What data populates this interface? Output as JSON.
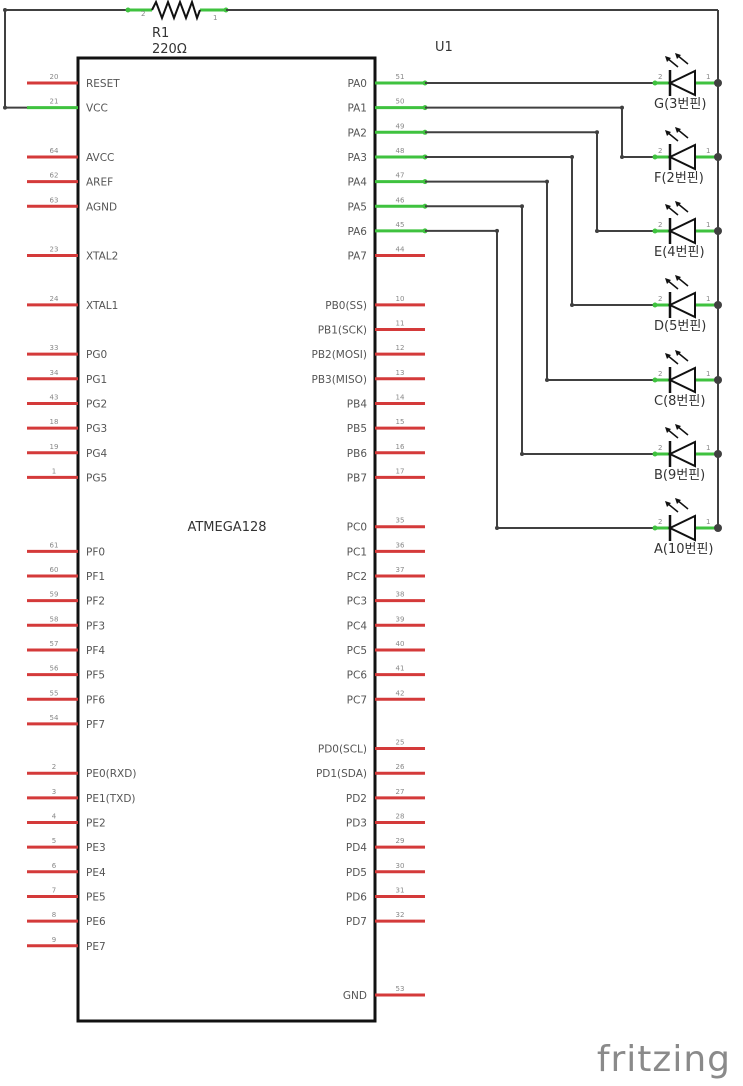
{
  "chip": {
    "ref": "U1",
    "name": "ATMEGA128",
    "left_pins": [
      {
        "name": "RESET",
        "num": "20",
        "connected": false
      },
      {
        "name": "VCC",
        "num": "21",
        "connected": true
      },
      {
        "name": "AVCC",
        "num": "64",
        "connected": false
      },
      {
        "name": "AREF",
        "num": "62",
        "connected": false
      },
      {
        "name": "AGND",
        "num": "63",
        "connected": false
      },
      {
        "name": "XTAL2",
        "num": "23",
        "connected": false
      },
      {
        "name": "XTAL1",
        "num": "24",
        "connected": false
      },
      {
        "name": "PG0",
        "num": "33",
        "connected": false
      },
      {
        "name": "PG1",
        "num": "34",
        "connected": false
      },
      {
        "name": "PG2",
        "num": "43",
        "connected": false
      },
      {
        "name": "PG3",
        "num": "18",
        "connected": false
      },
      {
        "name": "PG4",
        "num": "19",
        "connected": false
      },
      {
        "name": "PG5",
        "num": "1",
        "connected": false
      },
      {
        "name": "PF0",
        "num": "61",
        "connected": false
      },
      {
        "name": "PF1",
        "num": "60",
        "connected": false
      },
      {
        "name": "PF2",
        "num": "59",
        "connected": false
      },
      {
        "name": "PF3",
        "num": "58",
        "connected": false
      },
      {
        "name": "PF4",
        "num": "57",
        "connected": false
      },
      {
        "name": "PF5",
        "num": "56",
        "connected": false
      },
      {
        "name": "PF6",
        "num": "55",
        "connected": false
      },
      {
        "name": "PF7",
        "num": "54",
        "connected": false
      },
      {
        "name": "PE0(RXD)",
        "num": "2",
        "connected": false
      },
      {
        "name": "PE1(TXD)",
        "num": "3",
        "connected": false
      },
      {
        "name": "PE2",
        "num": "4",
        "connected": false
      },
      {
        "name": "PE3",
        "num": "5",
        "connected": false
      },
      {
        "name": "PE4",
        "num": "6",
        "connected": false
      },
      {
        "name": "PE5",
        "num": "7",
        "connected": false
      },
      {
        "name": "PE6",
        "num": "8",
        "connected": false
      },
      {
        "name": "PE7",
        "num": "9",
        "connected": false
      }
    ],
    "right_pins": [
      {
        "name": "PA0",
        "num": "51",
        "connected": true
      },
      {
        "name": "PA1",
        "num": "50",
        "connected": true
      },
      {
        "name": "PA2",
        "num": "49",
        "connected": true
      },
      {
        "name": "PA3",
        "num": "48",
        "connected": true
      },
      {
        "name": "PA4",
        "num": "47",
        "connected": true
      },
      {
        "name": "PA5",
        "num": "46",
        "connected": true
      },
      {
        "name": "PA6",
        "num": "45",
        "connected": true
      },
      {
        "name": "PA7",
        "num": "44",
        "connected": false
      },
      {
        "name": "PB0(SS)",
        "num": "10",
        "connected": false
      },
      {
        "name": "PB1(SCK)",
        "num": "11",
        "connected": false
      },
      {
        "name": "PB2(MOSI)",
        "num": "12",
        "connected": false
      },
      {
        "name": "PB3(MISO)",
        "num": "13",
        "connected": false
      },
      {
        "name": "PB4",
        "num": "14",
        "connected": false
      },
      {
        "name": "PB5",
        "num": "15",
        "connected": false
      },
      {
        "name": "PB6",
        "num": "16",
        "connected": false
      },
      {
        "name": "PB7",
        "num": "17",
        "connected": false
      },
      {
        "name": "PC0",
        "num": "35",
        "connected": false
      },
      {
        "name": "PC1",
        "num": "36",
        "connected": false
      },
      {
        "name": "PC2",
        "num": "37",
        "connected": false
      },
      {
        "name": "PC3",
        "num": "38",
        "connected": false
      },
      {
        "name": "PC4",
        "num": "39",
        "connected": false
      },
      {
        "name": "PC5",
        "num": "40",
        "connected": false
      },
      {
        "name": "PC6",
        "num": "41",
        "connected": false
      },
      {
        "name": "PC7",
        "num": "42",
        "connected": false
      },
      {
        "name": "PD0(SCL)",
        "num": "25",
        "connected": false
      },
      {
        "name": "PD1(SDA)",
        "num": "26",
        "connected": false
      },
      {
        "name": "PD2",
        "num": "27",
        "connected": false
      },
      {
        "name": "PD3",
        "num": "28",
        "connected": false
      },
      {
        "name": "PD4",
        "num": "29",
        "connected": false
      },
      {
        "name": "PD5",
        "num": "30",
        "connected": false
      },
      {
        "name": "PD6",
        "num": "31",
        "connected": false
      },
      {
        "name": "PD7",
        "num": "32",
        "connected": false
      },
      {
        "name": "GND",
        "num": "53",
        "connected": false
      }
    ]
  },
  "resistor": {
    "ref": "R1",
    "value": "220Ω",
    "pin_left": "2",
    "pin_right": "1"
  },
  "leds": [
    {
      "label": "G(3번핀)",
      "port": "PA0"
    },
    {
      "label": "F(2번핀)",
      "port": "PA1"
    },
    {
      "label": "E(4번핀)",
      "port": "PA2"
    },
    {
      "label": "D(5번핀)",
      "port": "PA3"
    },
    {
      "label": "C(8번핀)",
      "port": "PA4"
    },
    {
      "label": "B(9번핀)",
      "port": "PA5"
    },
    {
      "label": "A(10번핀)",
      "port": "PA6"
    }
  ],
  "led_pins": {
    "anode": "1",
    "cathode": "2"
  },
  "logo": "fritzing",
  "colors": {
    "connected": "#3fc23f",
    "unconnected": "#d43a3a",
    "wire": "#404040",
    "chip": "#111111"
  }
}
